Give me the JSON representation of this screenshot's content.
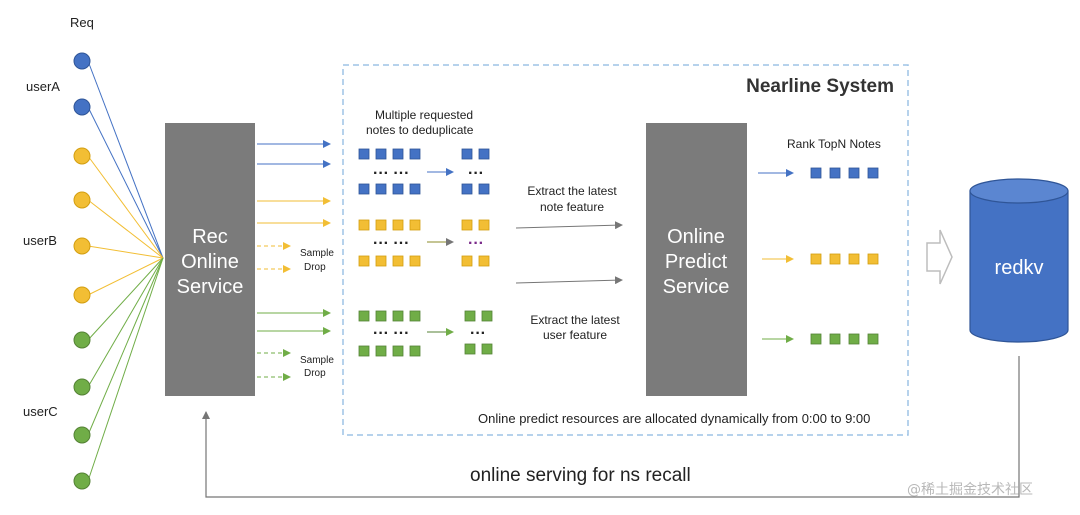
{
  "colors": {
    "blue": "#4472c4",
    "yellow": "#f2be34",
    "green": "#70ad47",
    "gray_box": "#7b7b7b",
    "dashed_frame": "#9dc3e6",
    "redkv_fill": "#4472c4",
    "arrow_gray": "#767676"
  },
  "labels": {
    "req": "Req",
    "userA": "userA",
    "userB": "userB",
    "userC": "userC",
    "rec_service": [
      "Rec",
      "Online",
      "Service"
    ],
    "sample_drop": [
      "Sample",
      "Drop"
    ],
    "nearline_title": "Nearline System",
    "dedup": [
      "Multiple requested",
      "notes  to  deduplicate"
    ],
    "extract_note": [
      "Extract the latest",
      "note feature"
    ],
    "extract_user": [
      "Extract the latest",
      "user feature"
    ],
    "predict_service": [
      "Online",
      "Predict",
      "Service"
    ],
    "rank_topn": "Rank  TopN  Notes",
    "redkv": "redkv",
    "resources_note": "Online predict resources are allocated dynamically from 0:00 to 9:00",
    "online_serving": "online serving for ns recall",
    "watermark": "@稀土掘金技术社区",
    "dots": "··· ···",
    "dots_short": "···"
  }
}
